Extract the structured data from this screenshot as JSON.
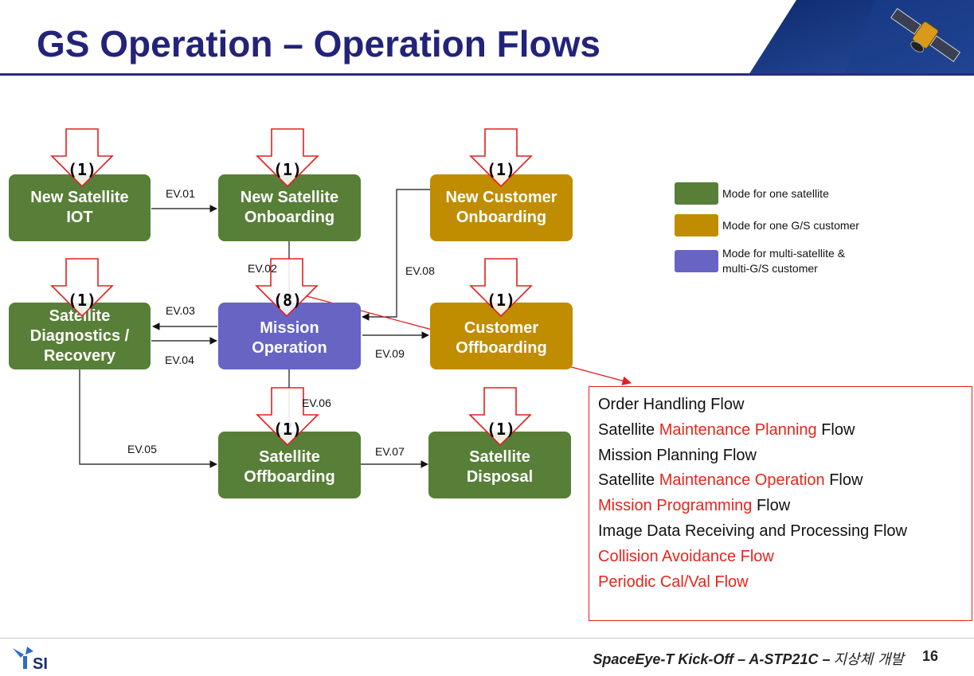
{
  "header": {
    "title": "GS Operation – Operation Flows"
  },
  "nodes": {
    "new_sat_iot": {
      "line1": "New Satellite",
      "line2": "IOT",
      "badge": "(1)",
      "mode": "one-satellite"
    },
    "new_sat_onboarding": {
      "line1": "New Satellite",
      "line2": "Onboarding",
      "badge": "(1)",
      "mode": "one-satellite"
    },
    "new_customer_onboarding": {
      "line1": "New Customer",
      "line2": "Onboarding",
      "badge": "(1)",
      "mode": "one-gs-customer"
    },
    "sat_diagnostics": {
      "line1": "Satellite",
      "line2": "Diagnostics /",
      "line3": "Recovery",
      "badge": "(1)",
      "mode": "one-satellite"
    },
    "mission_operation": {
      "line1": "Mission",
      "line2": "Operation",
      "badge": "(8)",
      "mode": "multi"
    },
    "customer_offboarding": {
      "line1": "Customer",
      "line2": "Offboarding",
      "badge": "(1)",
      "mode": "one-gs-customer"
    },
    "sat_offboarding": {
      "line1": "Satellite",
      "line2": "Offboarding",
      "badge": "(1)",
      "mode": "one-satellite"
    },
    "sat_disposal": {
      "line1": "Satellite",
      "line2": "Disposal",
      "badge": "(1)",
      "mode": "one-satellite"
    }
  },
  "events": {
    "ev01": "EV.01",
    "ev02": "EV.02",
    "ev03": "EV.03",
    "ev04": "EV.04",
    "ev05": "EV.05",
    "ev06": "EV.06",
    "ev07": "EV.07",
    "ev08": "EV.08",
    "ev09": "EV.09"
  },
  "legend": {
    "items": [
      {
        "label": "Mode for one satellite",
        "color": "#577f37"
      },
      {
        "label": "Mode for one G/S customer",
        "color": "#c08c00"
      },
      {
        "label_line1": "Mode for multi-satellite &",
        "label_line2": "multi-G/S customer",
        "color": "#6764c4"
      }
    ]
  },
  "flows": {
    "f1": {
      "text": "Order Handling Flow"
    },
    "f2": {
      "pre": "Satellite ",
      "hl": "Maintenance Planning",
      "post": " Flow"
    },
    "f3": {
      "text": "Mission Planning Flow"
    },
    "f4": {
      "pre": "Satellite ",
      "hl": "Maintenance Operation",
      "post": " Flow"
    },
    "f5": {
      "hl": "Mission Programming",
      "post": " Flow"
    },
    "f6": {
      "text": "Image Data Receiving and Processing Flow"
    },
    "f7": {
      "hl": "Collision Avoidance Flow"
    },
    "f8": {
      "hl": "Periodic Cal/Val Flow"
    }
  },
  "footer": {
    "doc_title": "SpaceEye-T Kick-Off – A-STP21C –",
    "doc_title_kr": "지상체 개발",
    "page_number": "16"
  },
  "colors": {
    "title": "#23237a",
    "green": "#577f37",
    "gold": "#c08c00",
    "purple": "#6764c4",
    "highlight": "#e8251c"
  }
}
